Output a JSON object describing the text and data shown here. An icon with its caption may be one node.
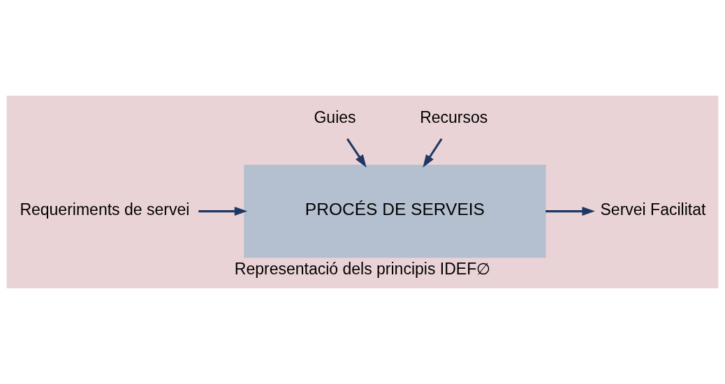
{
  "diagram": {
    "caption": "Representació dels principis IDEF∅",
    "nodes": [
      {
        "text": [
          "PROCÉS DE SERVEIS"
        ]
      },
      {
        "text": [
          "Guies"
        ]
      },
      {
        "text": [
          "Requeriments de servei"
        ]
      },
      {
        "text": [
          "Servei Facilitat"
        ]
      },
      {
        "text": [
          "Recursos"
        ]
      }
    ],
    "edges": [
      {
        "from": 1,
        "to": 0,
        "arrow": "to"
      },
      {
        "from": 2,
        "to": 0,
        "arrow": "to"
      },
      {
        "from": 0,
        "to": 3,
        "arrow": "to"
      },
      {
        "from": 4,
        "to": 0,
        "arrow": "to"
      }
    ]
  }
}
